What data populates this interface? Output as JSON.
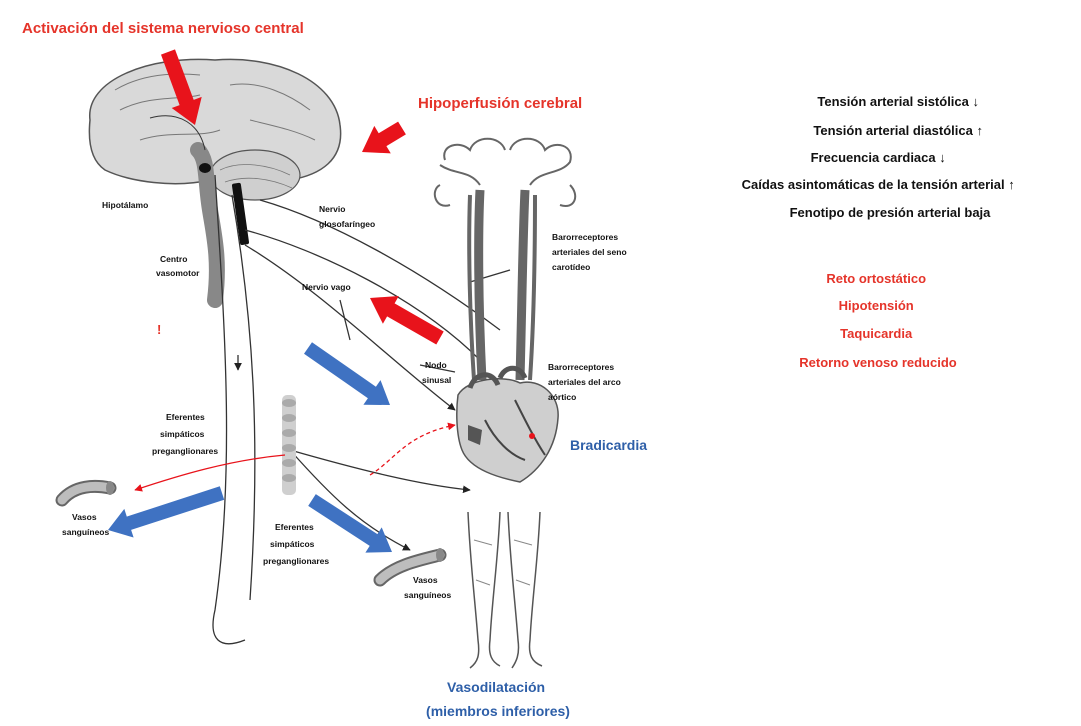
{
  "titles": {
    "cns_activation": "Activación del sistema nervioso central",
    "cerebral_hypoperfusion": "Hipoperfusión cerebral"
  },
  "labels": {
    "hypothalamus": "Hipotálamo",
    "vasomotor_center": [
      "Centro",
      "vasomotor"
    ],
    "glossopharyngeal": [
      "Nervio",
      "glosofaríngeo"
    ],
    "vagus": "Nervio vago",
    "carotid_baroreceptors": [
      "Barorreceptores",
      "arteriales del seno",
      "carotídeo"
    ],
    "sinus_node": [
      "Nodo",
      "sinusal"
    ],
    "aortic_baroreceptors": [
      "Barorreceptores",
      "arteriales del arco",
      "aórtico"
    ],
    "preganglionic_efferents_left": [
      "Eferentes",
      "simpáticos",
      "preganglionares"
    ],
    "preganglionic_efferents_bottom": [
      "Eferentes",
      "simpáticos",
      "preganglionares"
    ],
    "vessels_left": [
      "Vasos",
      "sanguíneos"
    ],
    "vessels_bottom": [
      "Vasos",
      "sanguíneos"
    ],
    "stray_mark": "!"
  },
  "outcomes": {
    "bradycardia": "Bradicardia",
    "vasodilation": [
      "Vasodilatación",
      "(miembros inferiores)"
    ]
  },
  "right_panel": {
    "findings": [
      "Tensión arterial sistólica ↓",
      "Tensión arterial diastólica ↑",
      "Frecuencia cardiaca ↓",
      "Caídas asintomáticas de la tensión arterial ↑",
      "Fenotipo de presión arterial baja"
    ],
    "challenge": [
      "Reto ortostático",
      "Hipotensión",
      "Taquicardia",
      "Retorno venoso reducido"
    ]
  },
  "colors": {
    "red_arrow": "#e8131b",
    "blue_arrow": "#3f72c2",
    "red_text": "#e5342a",
    "blue_text": "#2e5fa8",
    "anatomy_fill": "#d4d4d4",
    "anatomy_stroke": "#666666"
  }
}
